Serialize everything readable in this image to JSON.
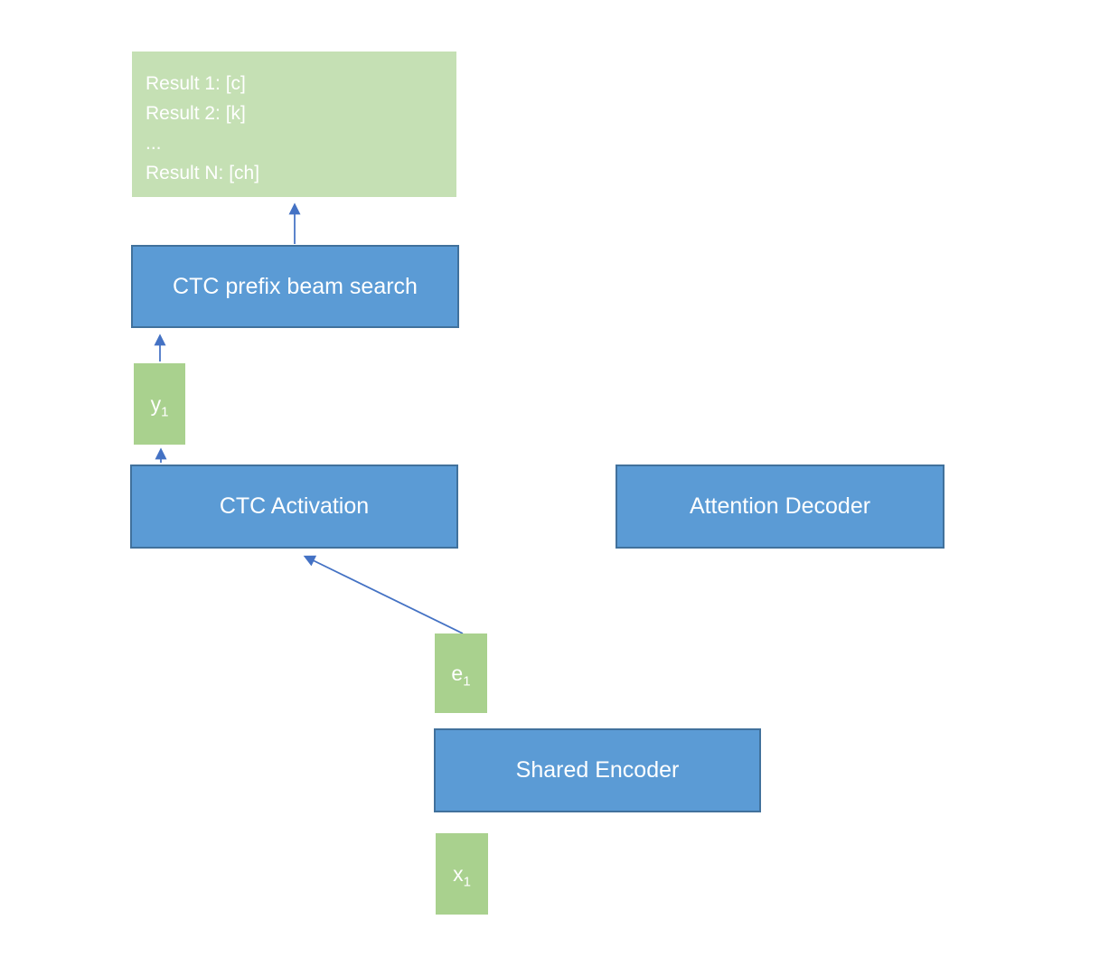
{
  "diagram": {
    "results_box": {
      "lines": [
        "Result 1: [c]",
        "Result 2: [k]",
        "...",
        "Result N: [ch]"
      ]
    },
    "nodes": {
      "ctc_prefix_beam_search": {
        "label": "CTC prefix beam search"
      },
      "ctc_activation": {
        "label": "CTC Activation"
      },
      "attention_decoder": {
        "label": "Attention Decoder"
      },
      "shared_encoder": {
        "label": "Shared Encoder"
      },
      "y1": {
        "base": "y",
        "sub": "1"
      },
      "e1": {
        "base": "e",
        "sub": "1"
      },
      "x1": {
        "base": "x",
        "sub": "1"
      }
    },
    "colors": {
      "process_box_fill": "#5b9bd5",
      "process_box_border": "#41719c",
      "result_box_fill": "#c5e0b4",
      "variable_box_fill": "#a9d18e",
      "arrow": "#4472c4",
      "text": "#ffffff",
      "background": "#ffffff"
    }
  }
}
